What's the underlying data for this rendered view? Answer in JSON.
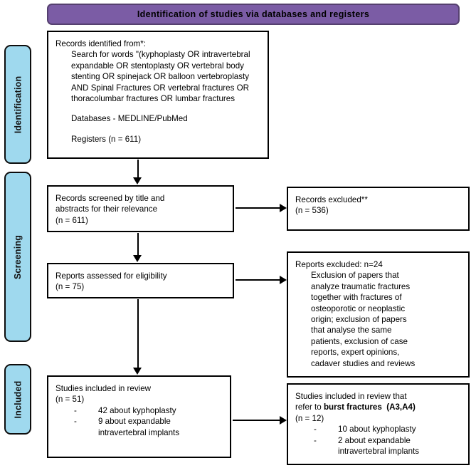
{
  "header": {
    "title": "Identification of studies via databases and registers",
    "banner_color": "#7b5ca5"
  },
  "stages": {
    "accent_color": "#9fd9ee",
    "identification": "Identification",
    "screening": "Screening",
    "included": "Included"
  },
  "boxes": {
    "records_identified": {
      "title": "Records identified from*:",
      "search_lines": [
        "Search for words \"(kyphoplasty OR intravertebral",
        "expandable OR stentoplasty OR vertebral body",
        "stenting OR spinejack OR balloon vertebroplasty",
        "AND Spinal Fractures OR vertebral fractures OR",
        "thoracolumbar fractures OR lumbar fractures"
      ],
      "databases": "Databases - MEDLINE/PubMed",
      "registers": "Registers (n = 611)"
    },
    "records_screened": {
      "line1": "Records screened by title and",
      "line2": "abstracts for their relevance",
      "count": "(n = 611)"
    },
    "records_excluded": {
      "title": "Records excluded**",
      "count": "(n = 536)"
    },
    "reports_assessed": {
      "title": "Reports assessed for eligibility",
      "count": "(n = 75)"
    },
    "reports_excluded": {
      "title": "Reports excluded: n=24",
      "reason_lines": [
        "Exclusion of papers that",
        "analyze traumatic fractures",
        "together with fractures of",
        "osteoporotic or neoplastic",
        "origin; exclusion of papers",
        "that analyse the same",
        "patients, exclusion of case",
        "reports, expert opinions,",
        "cadaver studies and reviews"
      ]
    },
    "studies_included": {
      "title": "Studies included in review",
      "count": "(n = 51)",
      "bullets": [
        {
          "dash": "-",
          "text": "42 about kyphoplasty"
        },
        {
          "dash": "-",
          "text": "9 about expandable"
        }
      ],
      "bullet_continuation": "intravertebral implants"
    },
    "studies_burst": {
      "title_part1": "Studies included in review that",
      "title_part2_prefix": "refer to ",
      "title_part2_bold": "burst fractures  (A3,A4)",
      "count": "(n = 12)",
      "bullets": [
        {
          "dash": "-",
          "text": "10 about kyphoplasty"
        },
        {
          "dash": "-",
          "text": "2 about expandable"
        }
      ],
      "bullet_continuation": "intravertebral implants"
    }
  },
  "arrows": {
    "identification_to_screening": "down-arrow",
    "screening_to_assessed": "down-arrow",
    "assessed_to_included": "down-arrow",
    "screened_to_excluded": "right-arrow",
    "assessed_to_excluded": "right-arrow",
    "included_to_burst": "right-arrow"
  }
}
